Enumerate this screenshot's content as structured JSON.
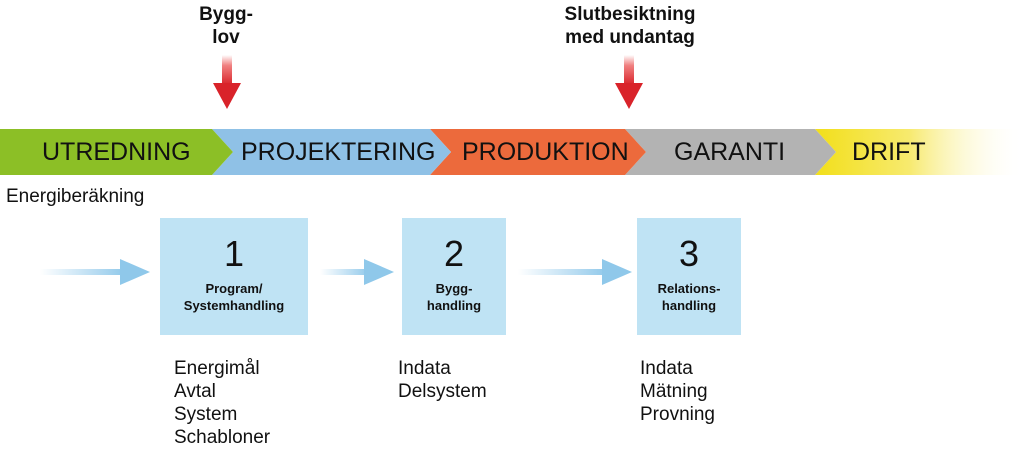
{
  "milestones": [
    {
      "lines": [
        "Bygg-",
        "lov"
      ]
    },
    {
      "lines": [
        "Slutbesiktning",
        "med undantag"
      ]
    }
  ],
  "phases": [
    {
      "label": "UTREDNING",
      "color": "#8cbf26"
    },
    {
      "label": "PROJEKTERING",
      "color": "#8fc1e6"
    },
    {
      "label": "PRODUKTION",
      "color": "#ec6a3c"
    },
    {
      "label": "GARANTI",
      "color": "#b3b3b3"
    },
    {
      "label": "DRIFT",
      "color": "#f2df1a"
    }
  ],
  "section_title": "Energiberäkning",
  "steps": [
    {
      "number": "1",
      "name_lines": [
        "Program/",
        "Systemhandling"
      ],
      "items": [
        "Energimål",
        "Avtal",
        "System",
        "Schabloner"
      ]
    },
    {
      "number": "2",
      "name_lines": [
        "Bygg-",
        "handling"
      ],
      "items": [
        "Indata",
        "Delsystem"
      ]
    },
    {
      "number": "3",
      "name_lines": [
        "Relations-",
        "handling"
      ],
      "items": [
        "Indata",
        "Mätning",
        "Provning"
      ]
    }
  ],
  "colors": {
    "milestone_arrow": "#d9232a",
    "flow_arrow": "#8fc8ea",
    "step_box": "#bfe3f4"
  }
}
